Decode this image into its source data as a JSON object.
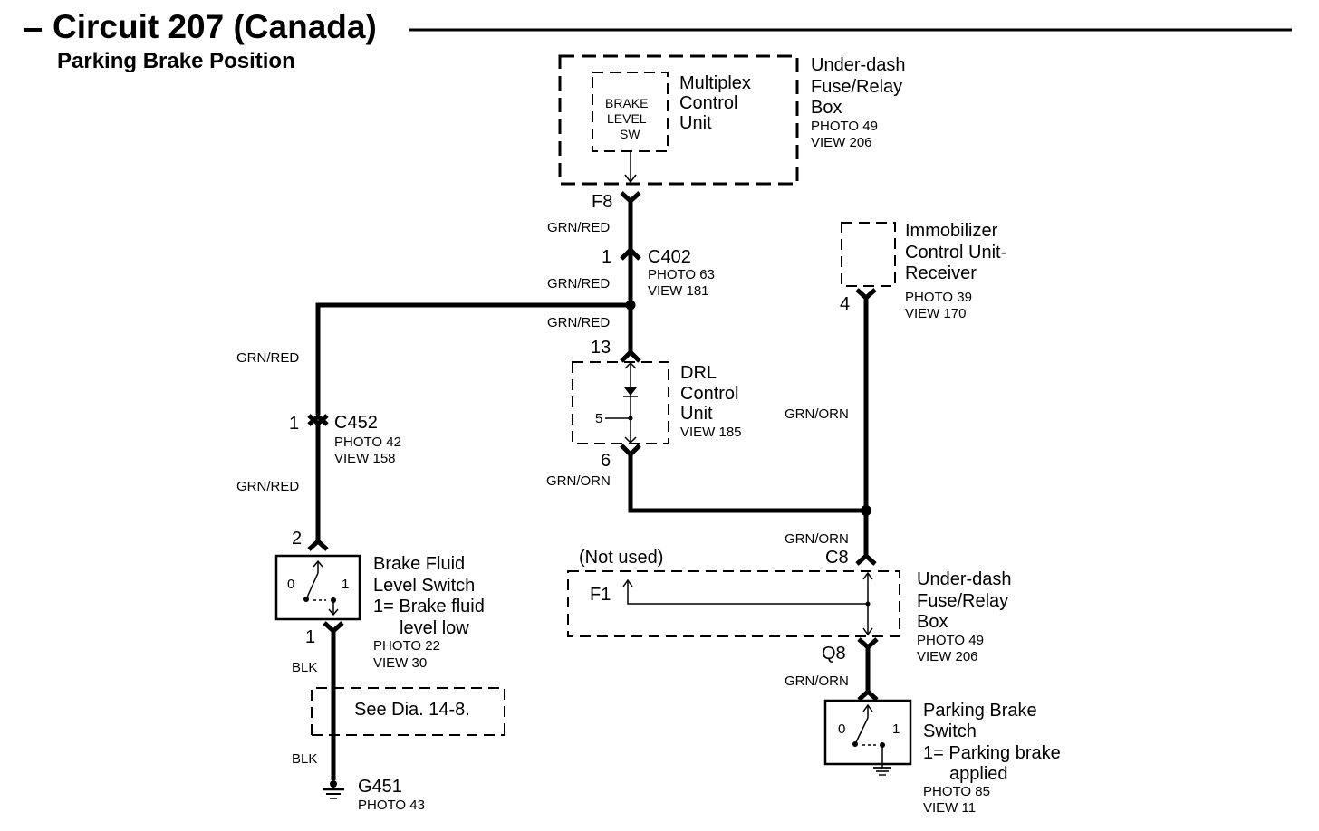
{
  "title": "Circuit 207 (Canada)",
  "subtitle": "Parking Brake Position",
  "multiplex": {
    "sw_line1": "BRAKE",
    "sw_line2": "LEVEL",
    "sw_line3": "SW",
    "name_line1": "Multiplex",
    "name_line2": "Control",
    "name_line3": "Unit",
    "pin": "F8"
  },
  "fusebox_top": {
    "line1": "Under-dash",
    "line2": "Fuse/Relay",
    "line3": "Box",
    "photo": "PHOTO 49",
    "view": "VIEW 206"
  },
  "c402": {
    "pin": "1",
    "name": "C402",
    "photo": "PHOTO 63",
    "view": "VIEW 181"
  },
  "drl": {
    "pin_in": "13",
    "pin_out": "6",
    "inner": "5",
    "line1": "DRL",
    "line2": "Control",
    "line3": "Unit",
    "view": "VIEW 185"
  },
  "immobilizer": {
    "line1": "Immobilizer",
    "line2": "Control Unit-",
    "line3": "Receiver",
    "photo": "PHOTO 39",
    "view": "VIEW 170",
    "pin": "4"
  },
  "c452": {
    "pin": "1",
    "name": "C452",
    "photo": "PHOTO 42",
    "view": "VIEW 158"
  },
  "brake_fluid_switch": {
    "pin_top": "2",
    "pin_bottom": "1",
    "pos0": "0",
    "pos1": "1",
    "line1": "Brake Fluid",
    "line2": "Level Switch",
    "line3": "1= Brake fluid",
    "line4": "level low",
    "photo": "PHOTO 22",
    "view": "VIEW 30"
  },
  "see_dia": "See Dia. 14-8.",
  "ground": {
    "name": "G451",
    "photo": "PHOTO 43"
  },
  "fusebox_bottom": {
    "not_used": "(Not used)",
    "pin_left": "F1",
    "pin_top": "C8",
    "pin_bottom": "Q8",
    "line1": "Under-dash",
    "line2": "Fuse/Relay",
    "line3": "Box",
    "photo": "PHOTO 49",
    "view": "VIEW 206"
  },
  "parking_switch": {
    "pos0": "0",
    "pos1": "1",
    "line1": "Parking Brake",
    "line2": "Switch",
    "line3": "1= Parking brake",
    "line4": "applied",
    "photo": "PHOTO 85",
    "view": "VIEW 11"
  },
  "wires": {
    "grn_red": "GRN/RED",
    "grn_orn": "GRN/ORN",
    "blk": "BLK"
  }
}
